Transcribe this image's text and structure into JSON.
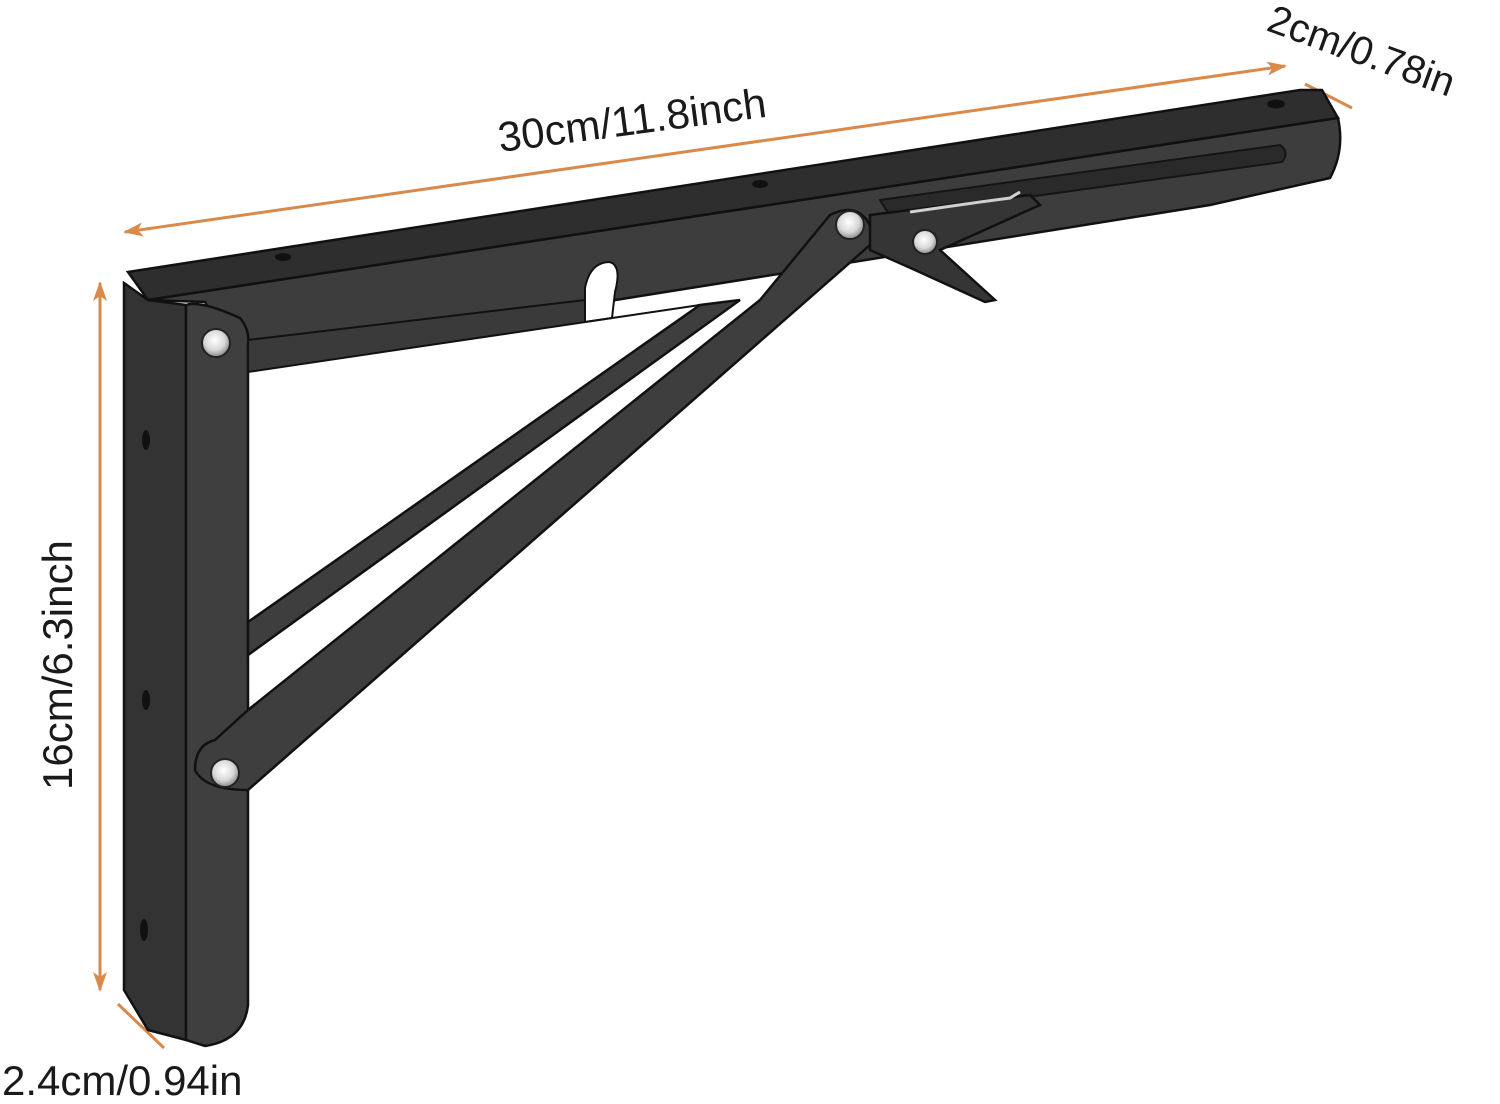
{
  "diagram": {
    "subject": "Folding shelf bracket",
    "colors": {
      "background": "#ffffff",
      "metal": "#3d3d3d",
      "metal_dark": "#262626",
      "metal_highlight": "#555555",
      "outline": "#111111",
      "rivet": "#e8e8e8",
      "arrow": "#d9894a",
      "label": "#1a1a1a"
    },
    "dimensions": {
      "length": "30cm/11.8inch",
      "height": "16cm/6.3inch",
      "arm_width": "2cm/0.78in",
      "leg_width": "2.4cm/0.94in"
    },
    "parts": [
      "horizontal-arm",
      "vertical-leg",
      "diagonal-brace",
      "release-lever",
      "rivets",
      "mounting-holes"
    ]
  }
}
